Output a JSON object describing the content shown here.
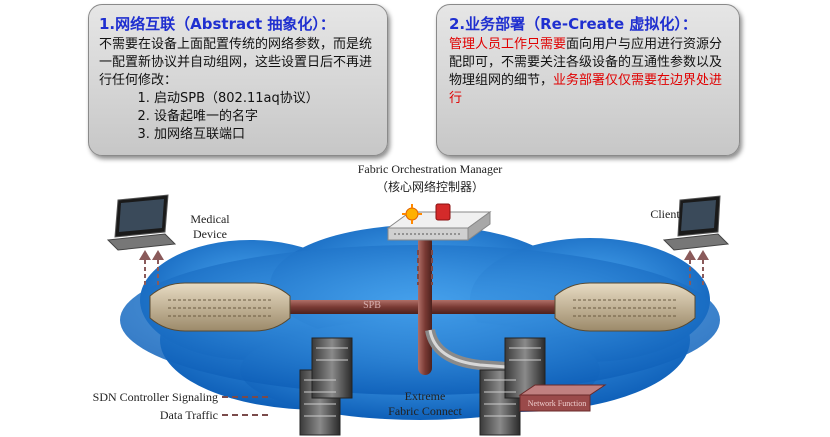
{
  "left_panel": {
    "title": "1.网络互联（Abstract 抽象化）：",
    "body": "不需要在设备上面配置传统的网络参数，而是统一配置新协议并自动组网，这些设置日后不再进行任何修改：",
    "steps": [
      "启动SPB（802.11aq协议）",
      "设备起唯一的名字",
      "加网络互联端口"
    ]
  },
  "right_panel": {
    "title": "2.业务部署（Re-Create 虚拟化）：",
    "body_red_1": "管理人员工作只需要",
    "body_black": "面向用户与应用进行资源分配即可，不需要关注各级设备的互通性参数以及物理组网的细节，",
    "body_red_2": "业务部署仅仅需要在边界处进行"
  },
  "manager": {
    "name": "Fabric Orchestration Manager",
    "subtitle": "（核心网络控制器）"
  },
  "labels": {
    "medical_device_1": "Medical",
    "medical_device_2": "Device",
    "client": "Client",
    "spb": "SPB",
    "fabric_1": "Extreme",
    "fabric_2": "Fabric Connect",
    "network_function": "Network Function"
  },
  "legend": {
    "signaling": "SDN Controller Signaling",
    "data": "Data Traffic"
  },
  "colors": {
    "title_blue": "#1f2fd0",
    "highlight_red": "#e00000",
    "cloud": "#1e7fd6",
    "pipe": "#7a3a34"
  }
}
